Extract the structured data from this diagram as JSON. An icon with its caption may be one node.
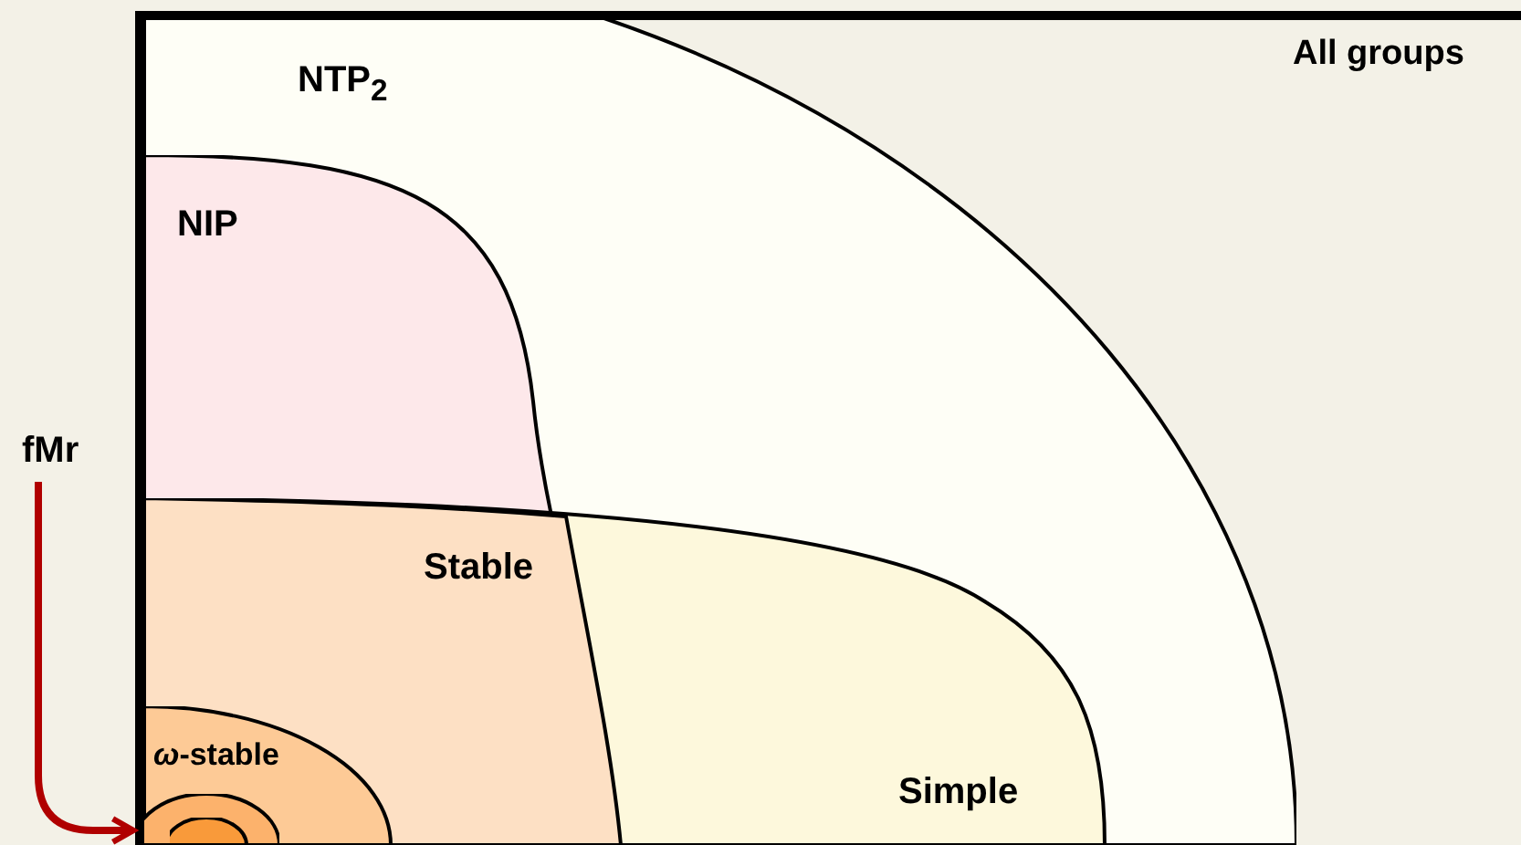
{
  "diagram": {
    "nodes": [
      {
        "text": [
          "All groups"
        ]
      },
      {
        "text": [
          "NTP$_{2}$"
        ],
        "in": 0
      },
      {
        "text": [
          "NIP"
        ],
        "in": 1
      },
      {
        "text": [
          "Simple"
        ],
        "in": 1
      },
      {
        "text": [
          "Stable"
        ]
      },
      {
        "text": [
          "*ω*-stable"
        ],
        "in": 4
      },
      {
        "text": [],
        "shape": "ellipse",
        "in": 5
      },
      {
        "text": [],
        "shape": "ellipse",
        "in": 6
      },
      {
        "text": [
          "fMr"
        ]
      }
    ],
    "edges": [
      {
        "from": 8,
        "to": 6,
        "arrow": "to"
      }
    ]
  }
}
